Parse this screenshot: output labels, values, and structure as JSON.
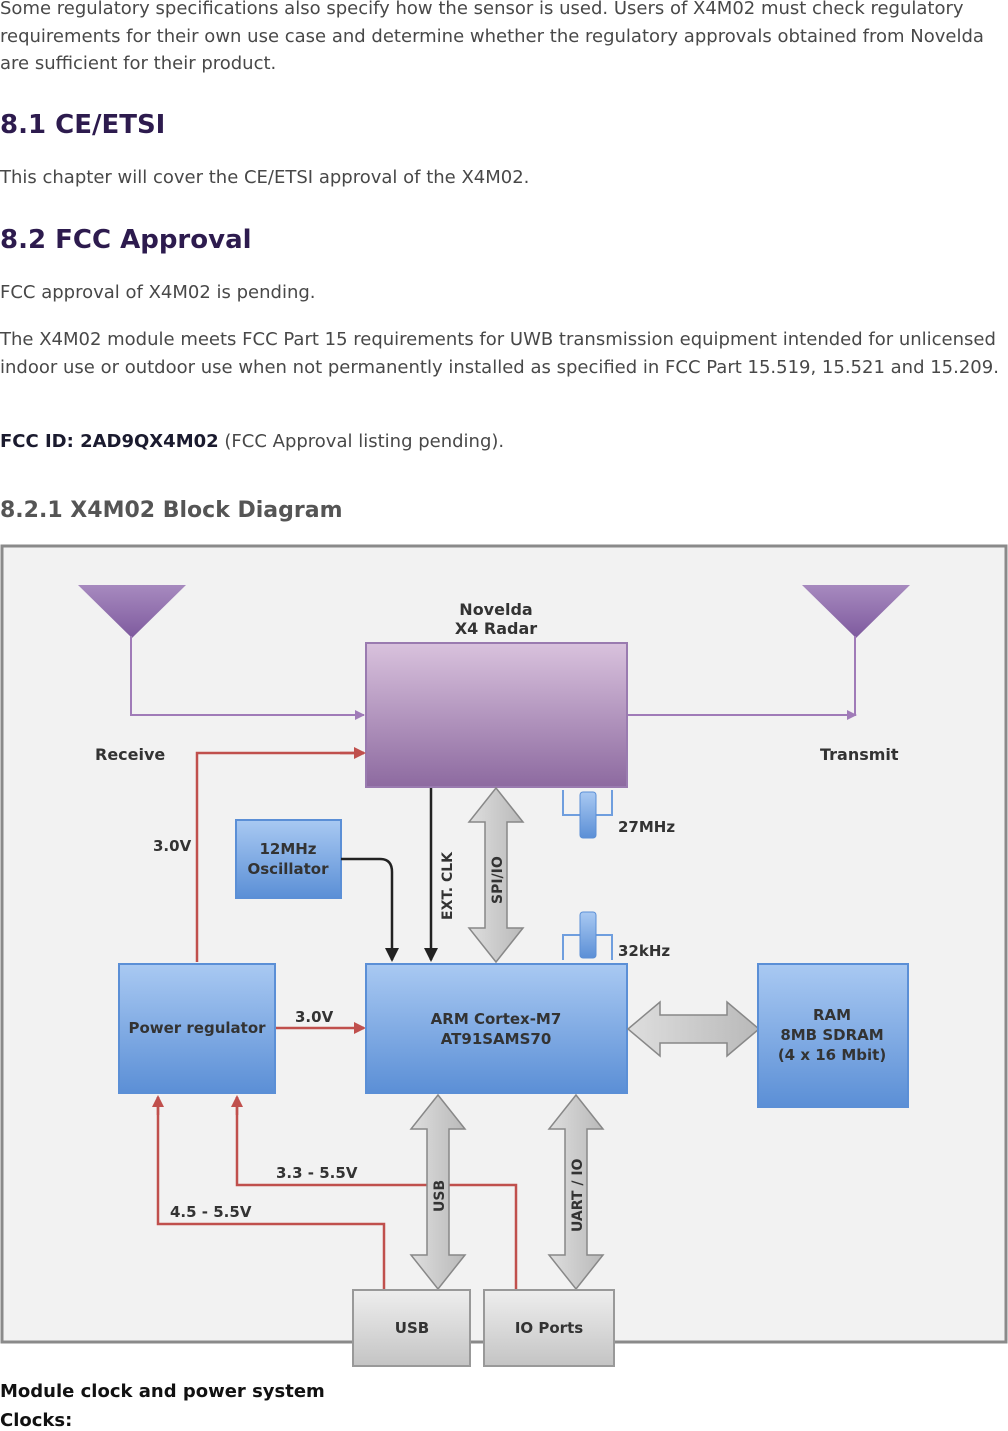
{
  "intro": "Some regulatory specifications also specify how the sensor is used. Users of X4M02 must check regulatory requirements for their own use case and determine whether the regulatory approvals obtained from Novelda are sufficient for their product.",
  "section_ce": {
    "heading": "8.1 CE/ETSI",
    "body": "This chapter will cover the CE/ETSI approval of the X4M02."
  },
  "section_fcc": {
    "heading": "8.2 FCC Approval",
    "body1": "FCC approval of X4M02 is pending.",
    "body2": "The X4M02 module meets FCC Part 15 requirements for UWB transmission equipment intended for unlicensed indoor use or outdoor use when not permanently installed as specified in FCC Part 15.519, 15.521 and 15.209.",
    "fcc_id_label": "FCC ID: 2AD9QX4M02",
    "fcc_id_note": " (FCC Approval listing pending)."
  },
  "section_block": {
    "heading": "8.2.1 X4M02 Block Diagram"
  },
  "diagram": {
    "radar_title_1": "Novelda",
    "radar_title_2": "X4 Radar",
    "receive": "Receive",
    "transmit": "Transmit",
    "crystal_27": "27MHz",
    "crystal_32": "32kHz",
    "osc_1": "12MHz",
    "osc_2": "Oscillator",
    "ext_clk": "EXT. CLK",
    "spi_io": "SPI/IO",
    "v30_top": "3.0V",
    "v30_side": "3.0V",
    "power_regulator": "Power regulator",
    "arm_1": "ARM Cortex-M7",
    "arm_2": "AT91SAMS70",
    "ram_1": "RAM",
    "ram_2": "8MB SDRAM",
    "ram_3": "(4 x 16 Mbit)",
    "v33_55": "3.3 - 5.5V",
    "v45_55": "4.5 - 5.5V",
    "usb_bus": "USB",
    "uart_io": "UART / IO",
    "usb_box": "USB",
    "io_ports": "IO Ports",
    "colors": {
      "antenna": "#9a77b8",
      "power_line": "#c0504d",
      "block_blue": "#6f9ede",
      "block_purple": "#a07bb0"
    }
  },
  "footer": {
    "subheading1": "Module clock and power system",
    "subheading2": "Clocks:"
  }
}
